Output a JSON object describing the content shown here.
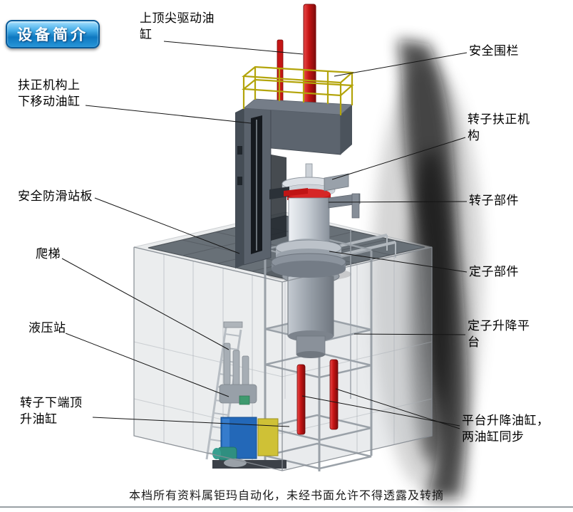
{
  "badge": {
    "label": "设备简介"
  },
  "labels": {
    "top_cylinder": "上顶尖驱动油缸",
    "safety_fence": "安全围栏",
    "centering_cylinder": "扶正机构上下移动油缸",
    "rotor_centering": "转子扶正机构",
    "anti_slip_plate": "安全防滑站板",
    "rotor_part": "转子部件",
    "ladder": "爬梯",
    "stator_part": "定子部件",
    "hydraulic_station": "液压站",
    "stator_platform": "定子升降平台",
    "rotor_jack_cylinder": "转子下端顶升油缸",
    "platform_cylinders": "平台升降油缸，两油缸同步"
  },
  "footer": {
    "text": "本档所有资料属钜玛自动化，未经书面允许不得透露及转摘"
  },
  "colors": {
    "badge_blue": "#0e78c0",
    "cylinder_red": "#c41414",
    "railing_yellow": "#b3a40a",
    "tank_blue": "#2368b8",
    "cabinet_yellow": "#cfc136",
    "deck_gray": "#687077"
  }
}
